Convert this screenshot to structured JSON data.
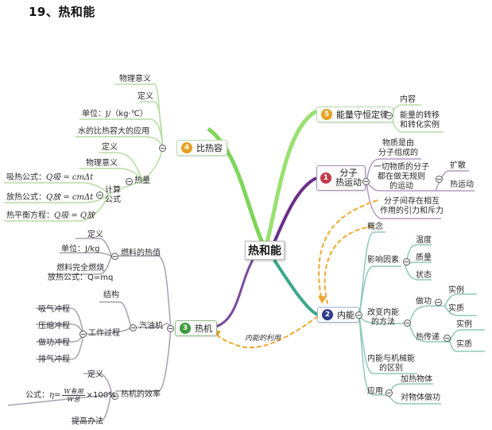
{
  "title": "19、热和能",
  "root": {
    "label": "热和能"
  },
  "colors": {
    "green_branch": "#7fd65a",
    "purple_branch": "#6a2d8a",
    "teal_branch": "#3aa88a",
    "leaf_line_green": "#b7dca5",
    "leaf_line_purple": "#b29ac4",
    "leaf_line_teal": "#8fc8b8",
    "dashed_arrow": "#f0a830",
    "badge_1": "#c23a4a",
    "badge_2": "#2e3a8c",
    "badge_3": "#3d9a3d",
    "badge_4": "#e6a020",
    "badge_5": "#e6a020"
  },
  "branches": {
    "b1": {
      "number": "1",
      "label_line1": "分子",
      "label_line2": "热运动",
      "children": {
        "c1_l1": "物质是由",
        "c1_l2": "分子组成的",
        "c2_l1": "一切物质的分子",
        "c2_l2": "都在做无规则",
        "c2_l3": "的运动",
        "c2_sub1": "扩散",
        "c2_sub2": "热运动",
        "c3_l1": "分子间存在相互",
        "c3_l2": "作用的引力和斥力"
      }
    },
    "b2": {
      "number": "2",
      "label": "内能",
      "children": {
        "concept": "概念",
        "factors": "影响因素",
        "factor_1": "温度",
        "factor_2": "质量",
        "factor_3": "状态",
        "methods_l1": "改变内能",
        "methods_l2": "的方法",
        "work": "做功",
        "work_1": "实例",
        "work_2": "实质",
        "heat_transfer": "热传递",
        "ht_1": "实例",
        "ht_2": "实质",
        "diff_l1": "内能与机械能",
        "diff_l2": "的区别",
        "apply": "应用",
        "apply_1": "加热物体",
        "apply_2": "对物体做功"
      }
    },
    "b3": {
      "number": "3",
      "label": "热机",
      "children": {
        "fuel": "燃料的热值",
        "fuel_1": "定义",
        "fuel_2": "单位：J/kg",
        "fuel_3_l1": "燃料完全燃烧",
        "fuel_3_l2": "放热公式：Q=mq",
        "engine": "汽油机",
        "engine_structure": "结构",
        "process": "工作过程",
        "stroke_1": "吸气冲程",
        "stroke_2": "压缩冲程",
        "stroke_3": "做功冲程",
        "stroke_4": "排气冲程",
        "efficiency": "热机的效率",
        "eff_1": "定义",
        "eff_formula_prefix": "公式：",
        "eff_formula_eta": "η=",
        "eff_formula_num": "W有用",
        "eff_formula_den": "W总",
        "eff_formula_suffix": "×100%",
        "eff_3": "提高办法"
      }
    },
    "b4": {
      "number": "4",
      "label": "比热容",
      "children": {
        "c1": "物理意义",
        "c2": "定义",
        "c3": "单位：J/（kg·℃）",
        "c4": "水的比热容大的应用",
        "heat": "热量",
        "heat_1": "定义",
        "heat_2": "物理意义",
        "calc_l1": "计算",
        "calc_l2": "公式",
        "absorb_prefix": "吸热公式：",
        "absorb_formula": "Q吸 = cmΔt",
        "release_prefix": "放热公式：",
        "release_formula": "Q放 = cmΔt",
        "balance_prefix": "热平衡方程：",
        "balance_formula": "Q吸 = Q放"
      }
    },
    "b5": {
      "number": "5",
      "label": "能量守恒定律",
      "children": {
        "c1": "内容",
        "c2_l1": "能量的转移",
        "c2_l2": "和转化实例"
      }
    }
  },
  "relations": {
    "heat_engine_link": "内能的利用"
  }
}
